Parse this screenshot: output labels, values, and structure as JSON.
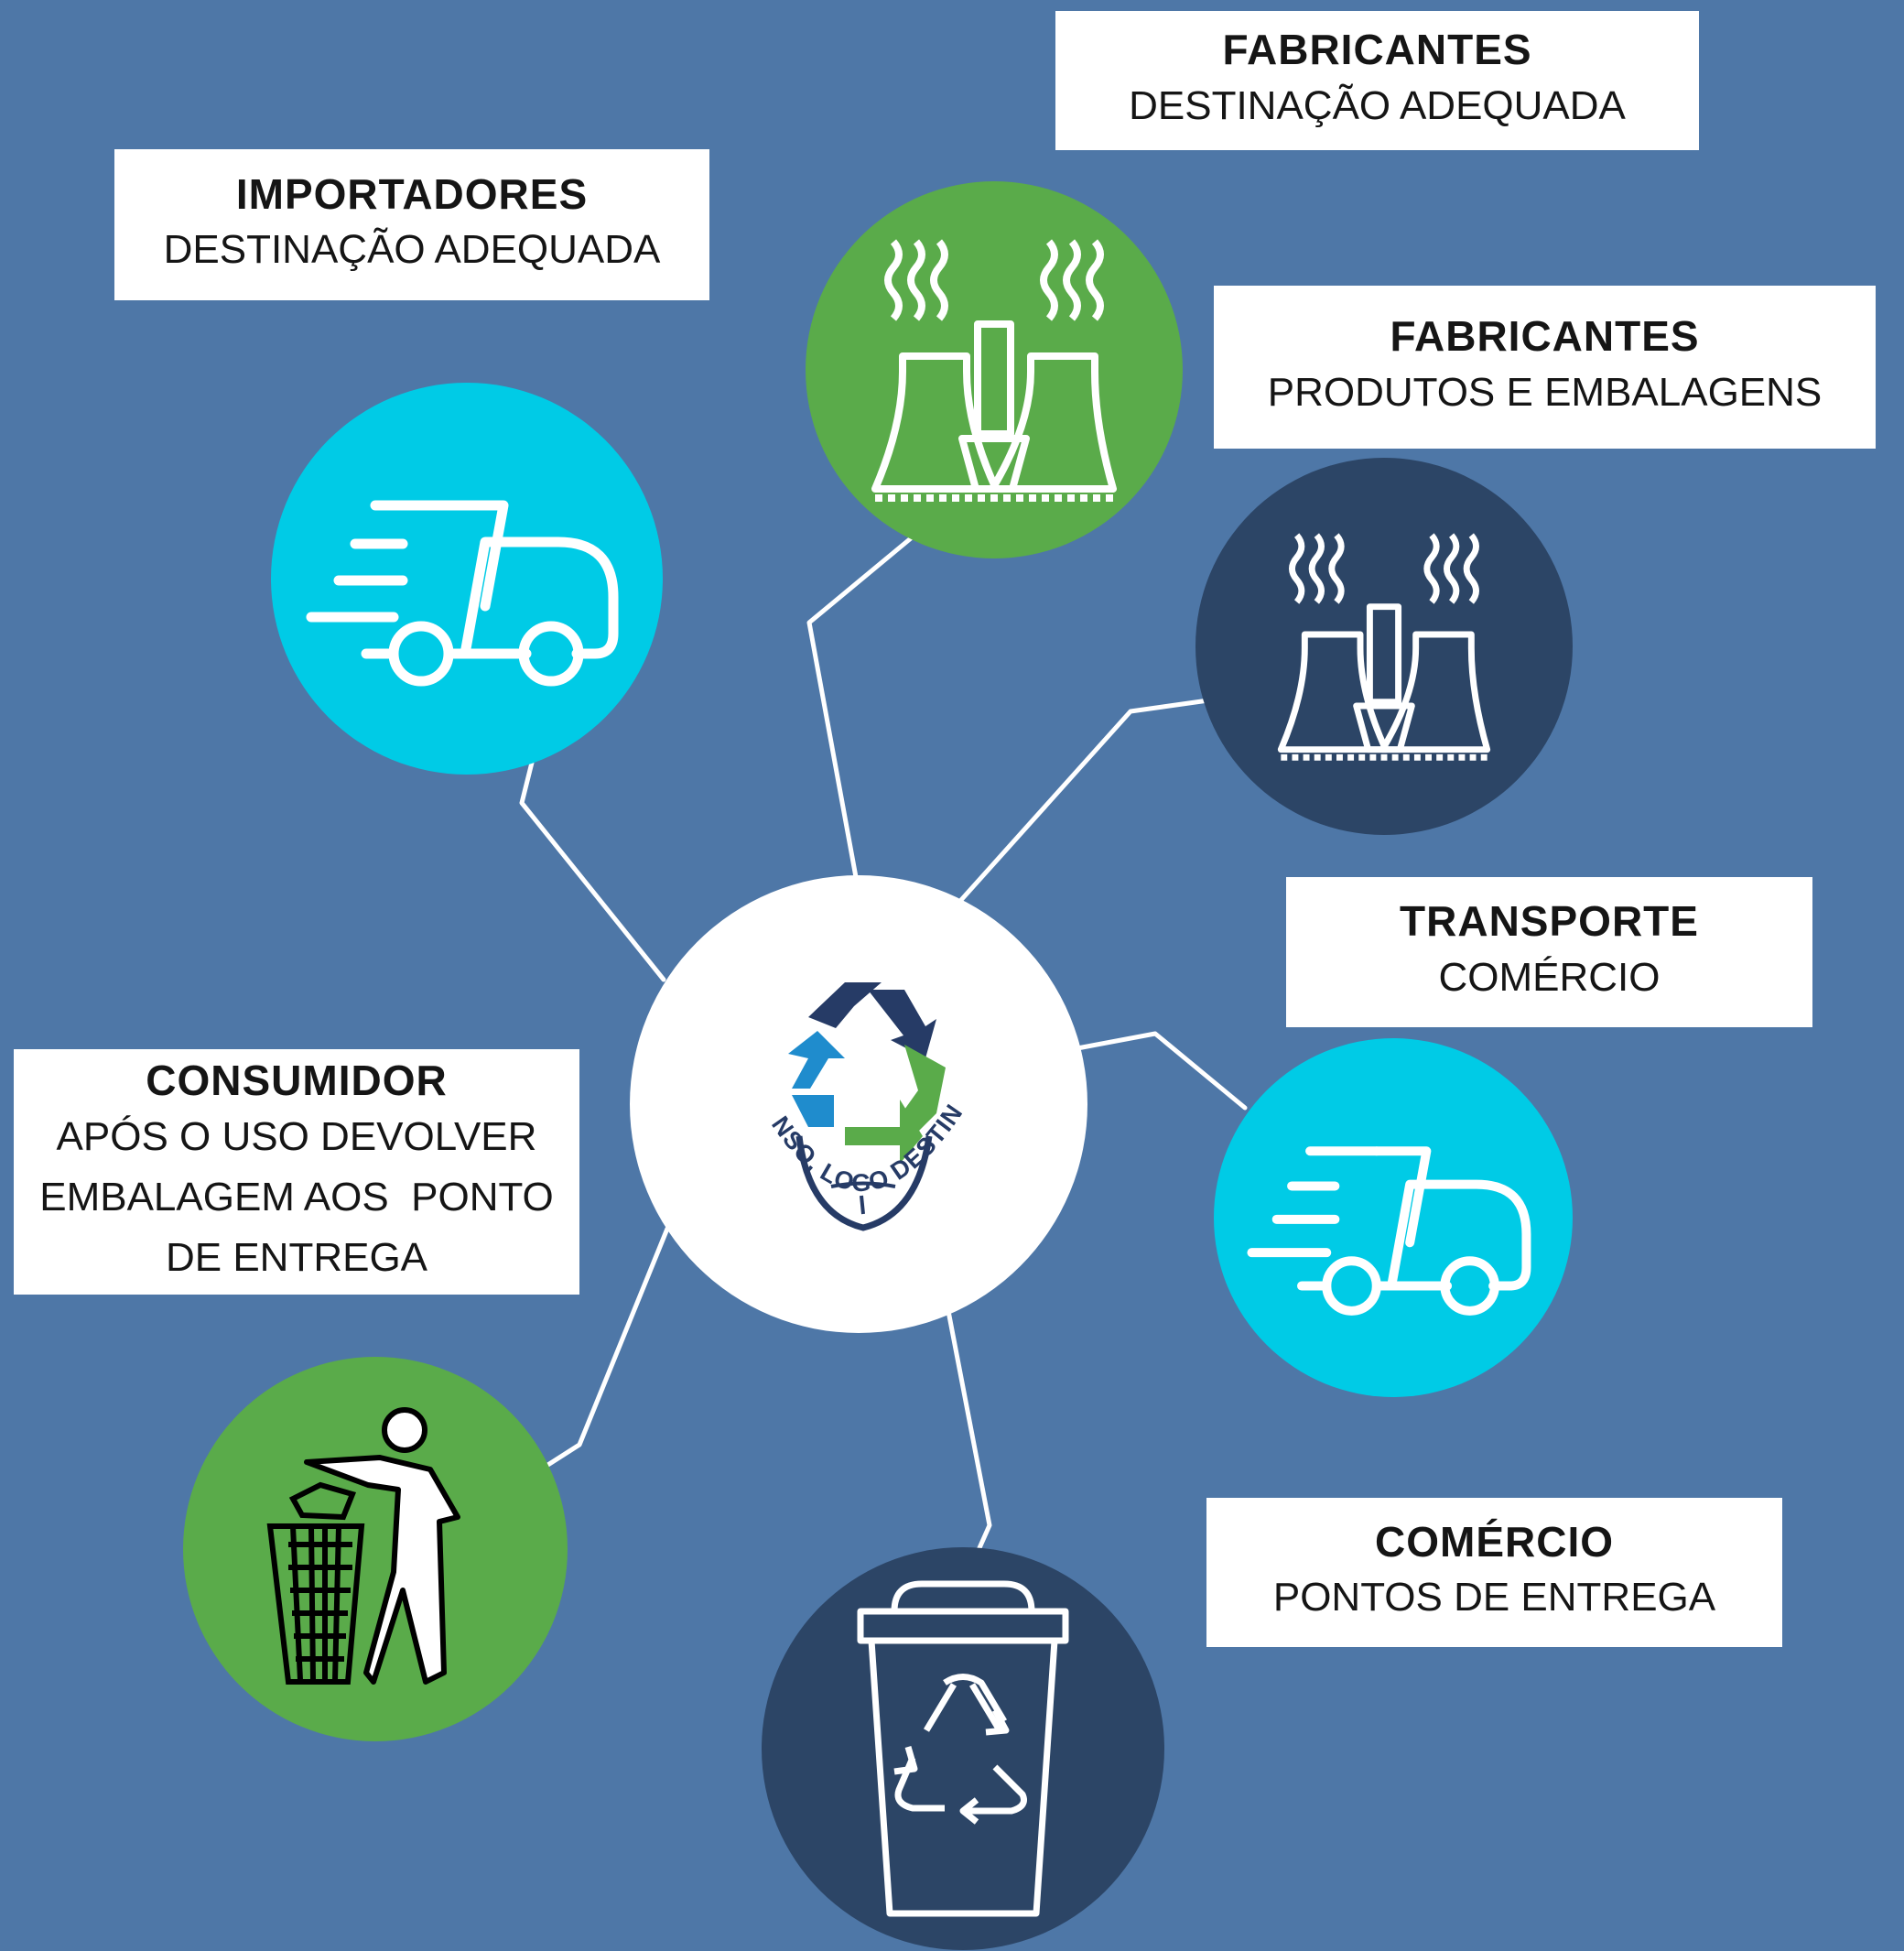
{
  "colors": {
    "background": "#4e77a7",
    "cyan": "#00cbe6",
    "green": "#5aab4a",
    "navy": "#2c4566",
    "white": "#ffffff",
    "line": "#ffffff",
    "logo_navy": "#263b66",
    "logo_blue": "#1f8ccd",
    "logo_green": "#5aab4a"
  },
  "center": {
    "logo_text": "PENSO, LOGO DESTINO",
    "icon": "recycle-head-logo"
  },
  "nodes": [
    {
      "id": "importadores",
      "icon": "delivery-truck-icon",
      "color": "cyan",
      "title": "IMPORTADORES",
      "lines": [
        "DESTINAÇÃO ADEQUADA"
      ]
    },
    {
      "id": "fabricantes-destinacao",
      "icon": "factory-icon",
      "color": "green",
      "title": "FABRICANTES",
      "lines": [
        "DESTINAÇÃO ADEQUADA"
      ]
    },
    {
      "id": "fabricantes-produtos",
      "icon": "factory-icon",
      "color": "navy",
      "title": "FABRICANTES",
      "lines": [
        "PRODUTOS E EMBALAGENS"
      ]
    },
    {
      "id": "transporte",
      "icon": "delivery-truck-icon",
      "color": "cyan",
      "title": "TRANSPORTE",
      "lines": [
        "COMÉRCIO"
      ]
    },
    {
      "id": "comercio",
      "icon": "recycle-bin-icon",
      "color": "navy",
      "title": "COMÉRCIO",
      "lines": [
        "PONTOS DE ENTREGA"
      ]
    },
    {
      "id": "consumidor",
      "icon": "person-trash-icon",
      "color": "green",
      "title": "CONSUMIDOR",
      "lines": [
        "APÓS O USO DEVOLVER",
        "EMBALAGEM AOS  PONTO",
        "DE ENTREGA"
      ]
    }
  ]
}
